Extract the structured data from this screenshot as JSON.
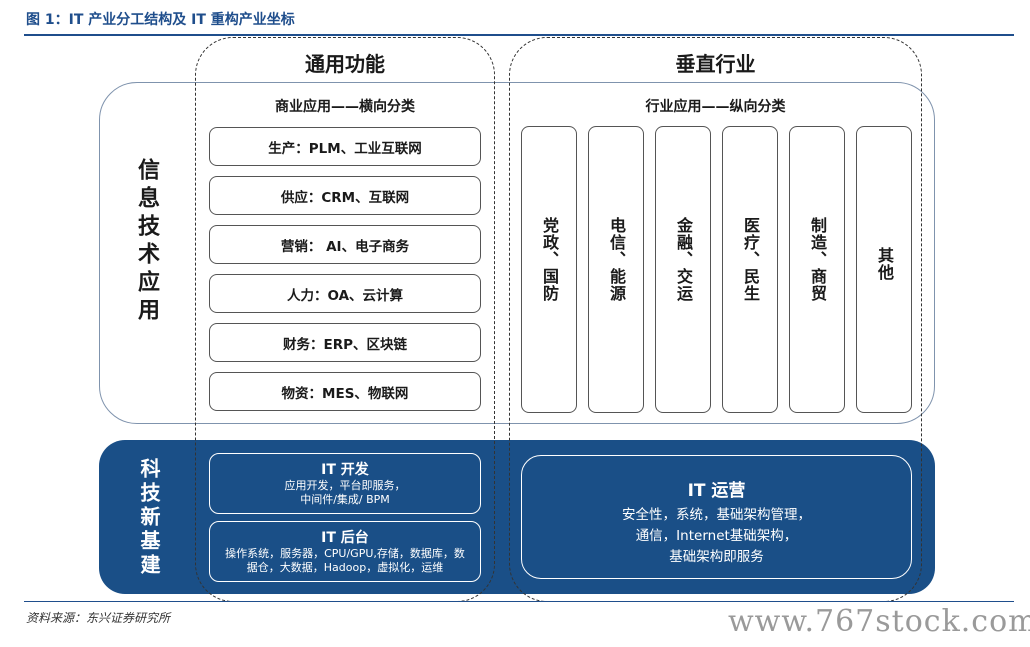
{
  "figure_title": "图 1：IT 产业分工结构及 IT 重构产业坐标",
  "source": "资料来源：东兴证券研究所",
  "watermark": "www.767stock.com",
  "side_labels": {
    "info_tech_app": "信息技术应用",
    "tech_infra": "科技新基建"
  },
  "general": {
    "heading": "通用功能",
    "subheading": "商业应用——横向分类",
    "items": [
      "生产：PLM、工业互联网",
      "供应：CRM、互联网",
      "营销： AI、电子商务",
      "人力：OA、云计算",
      "财务：ERP、区块链",
      "物资：MES、物联网"
    ]
  },
  "vertical": {
    "heading": "垂直行业",
    "subheading": "行业应用——纵向分类",
    "industries": [
      "党政、国防",
      "电信、能源",
      "金融、交运",
      "医疗、民生",
      "制造、商贸",
      "其他"
    ]
  },
  "it_dev": {
    "title": "IT 开发",
    "lines": [
      "应用开发，平台即服务，",
      "中间件/集成/ BPM"
    ]
  },
  "it_back": {
    "title": "IT 后台",
    "lines": [
      "操作系统，服务器，CPU/GPU,存储，数据库，数",
      "据仓，大数据，Hadoop，虚拟化，运维"
    ]
  },
  "it_ops": {
    "title": "IT 运营",
    "lines": [
      "安全性，系统，基础架构管理，",
      "通信，Internet基础架构，",
      "基础架构即服务"
    ]
  },
  "colors": {
    "title_blue": "#1f4e8c",
    "infra_fill": "#1a4f87",
    "info_border": "#7f93ad"
  }
}
